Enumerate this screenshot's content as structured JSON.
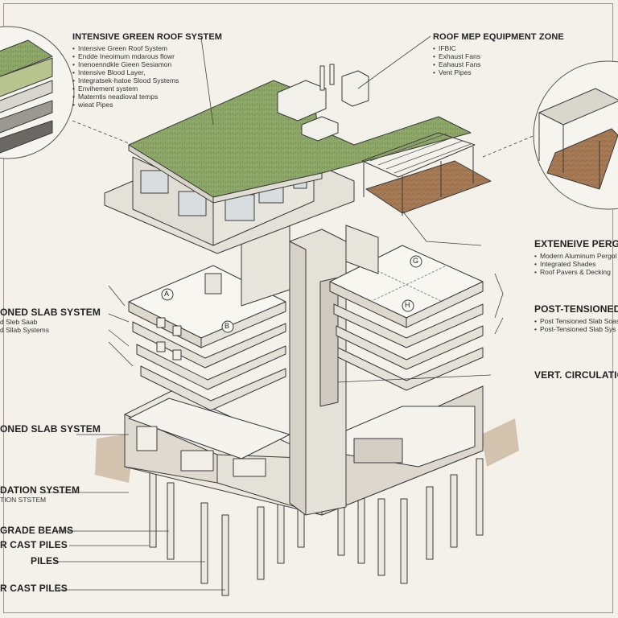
{
  "labels": {
    "green_roof": {
      "title": "INTENSIVE GREEN ROOF SYSTEM",
      "items": [
        "Intensive Green Roof System",
        "Endde Ineoimum mdarous flowr",
        "Inenoenndkle Gieen Sesiamon",
        "Intensive Blood Layer,",
        "Integratsek-hatoe Slood Systems",
        "Envihement system",
        "Materntis neadioval temps",
        "wieat Pipes"
      ]
    },
    "mep_zone": {
      "title": "ROOF MEP EQUIPMENT ZONE",
      "items": [
        "IFBIC",
        "Exhaust Fans",
        "Eahaust Fans",
        "Vent Pipes"
      ]
    },
    "pergola": {
      "title": "EXTENEIVE PERGOLA",
      "items": [
        "Modern Aluminum Pergol",
        "Integrated Shades",
        "Roof Pavers & Decking"
      ]
    },
    "slab_right": {
      "title": "POST-TENSIONED SLA",
      "items": [
        "Post Tensioned Slab Soas",
        "Post-Tensioned Slab Sys"
      ]
    },
    "circulation": {
      "title": "VERT. CIRCULATION C"
    },
    "slab_left": {
      "title": "ONED SLAB SYSTEM",
      "lines": [
        "d Sleb Saab",
        "d Sllab Systems"
      ]
    },
    "slab_left_lower": {
      "title": "ONED SLAB SYSTEM"
    },
    "foundation": {
      "title": "DATION SYSTEM",
      "sub": "TION STSTEM"
    },
    "grade_beams": {
      "title": "GRADE BEAMS"
    },
    "cast_piles_1": {
      "title": "R CAST PILES"
    },
    "piles": {
      "title": "PILES"
    },
    "cast_piles_2": {
      "title": "R CAST PILES"
    }
  },
  "grid_markers": [
    "A",
    "B",
    "G",
    "H"
  ],
  "colors": {
    "background": "#f3f1ea",
    "green_roof": "#8ea86a",
    "deck": "#a57a55",
    "concrete": "#ebe8e0",
    "soil": "#cbb79f",
    "line": "#3a3a3a"
  }
}
